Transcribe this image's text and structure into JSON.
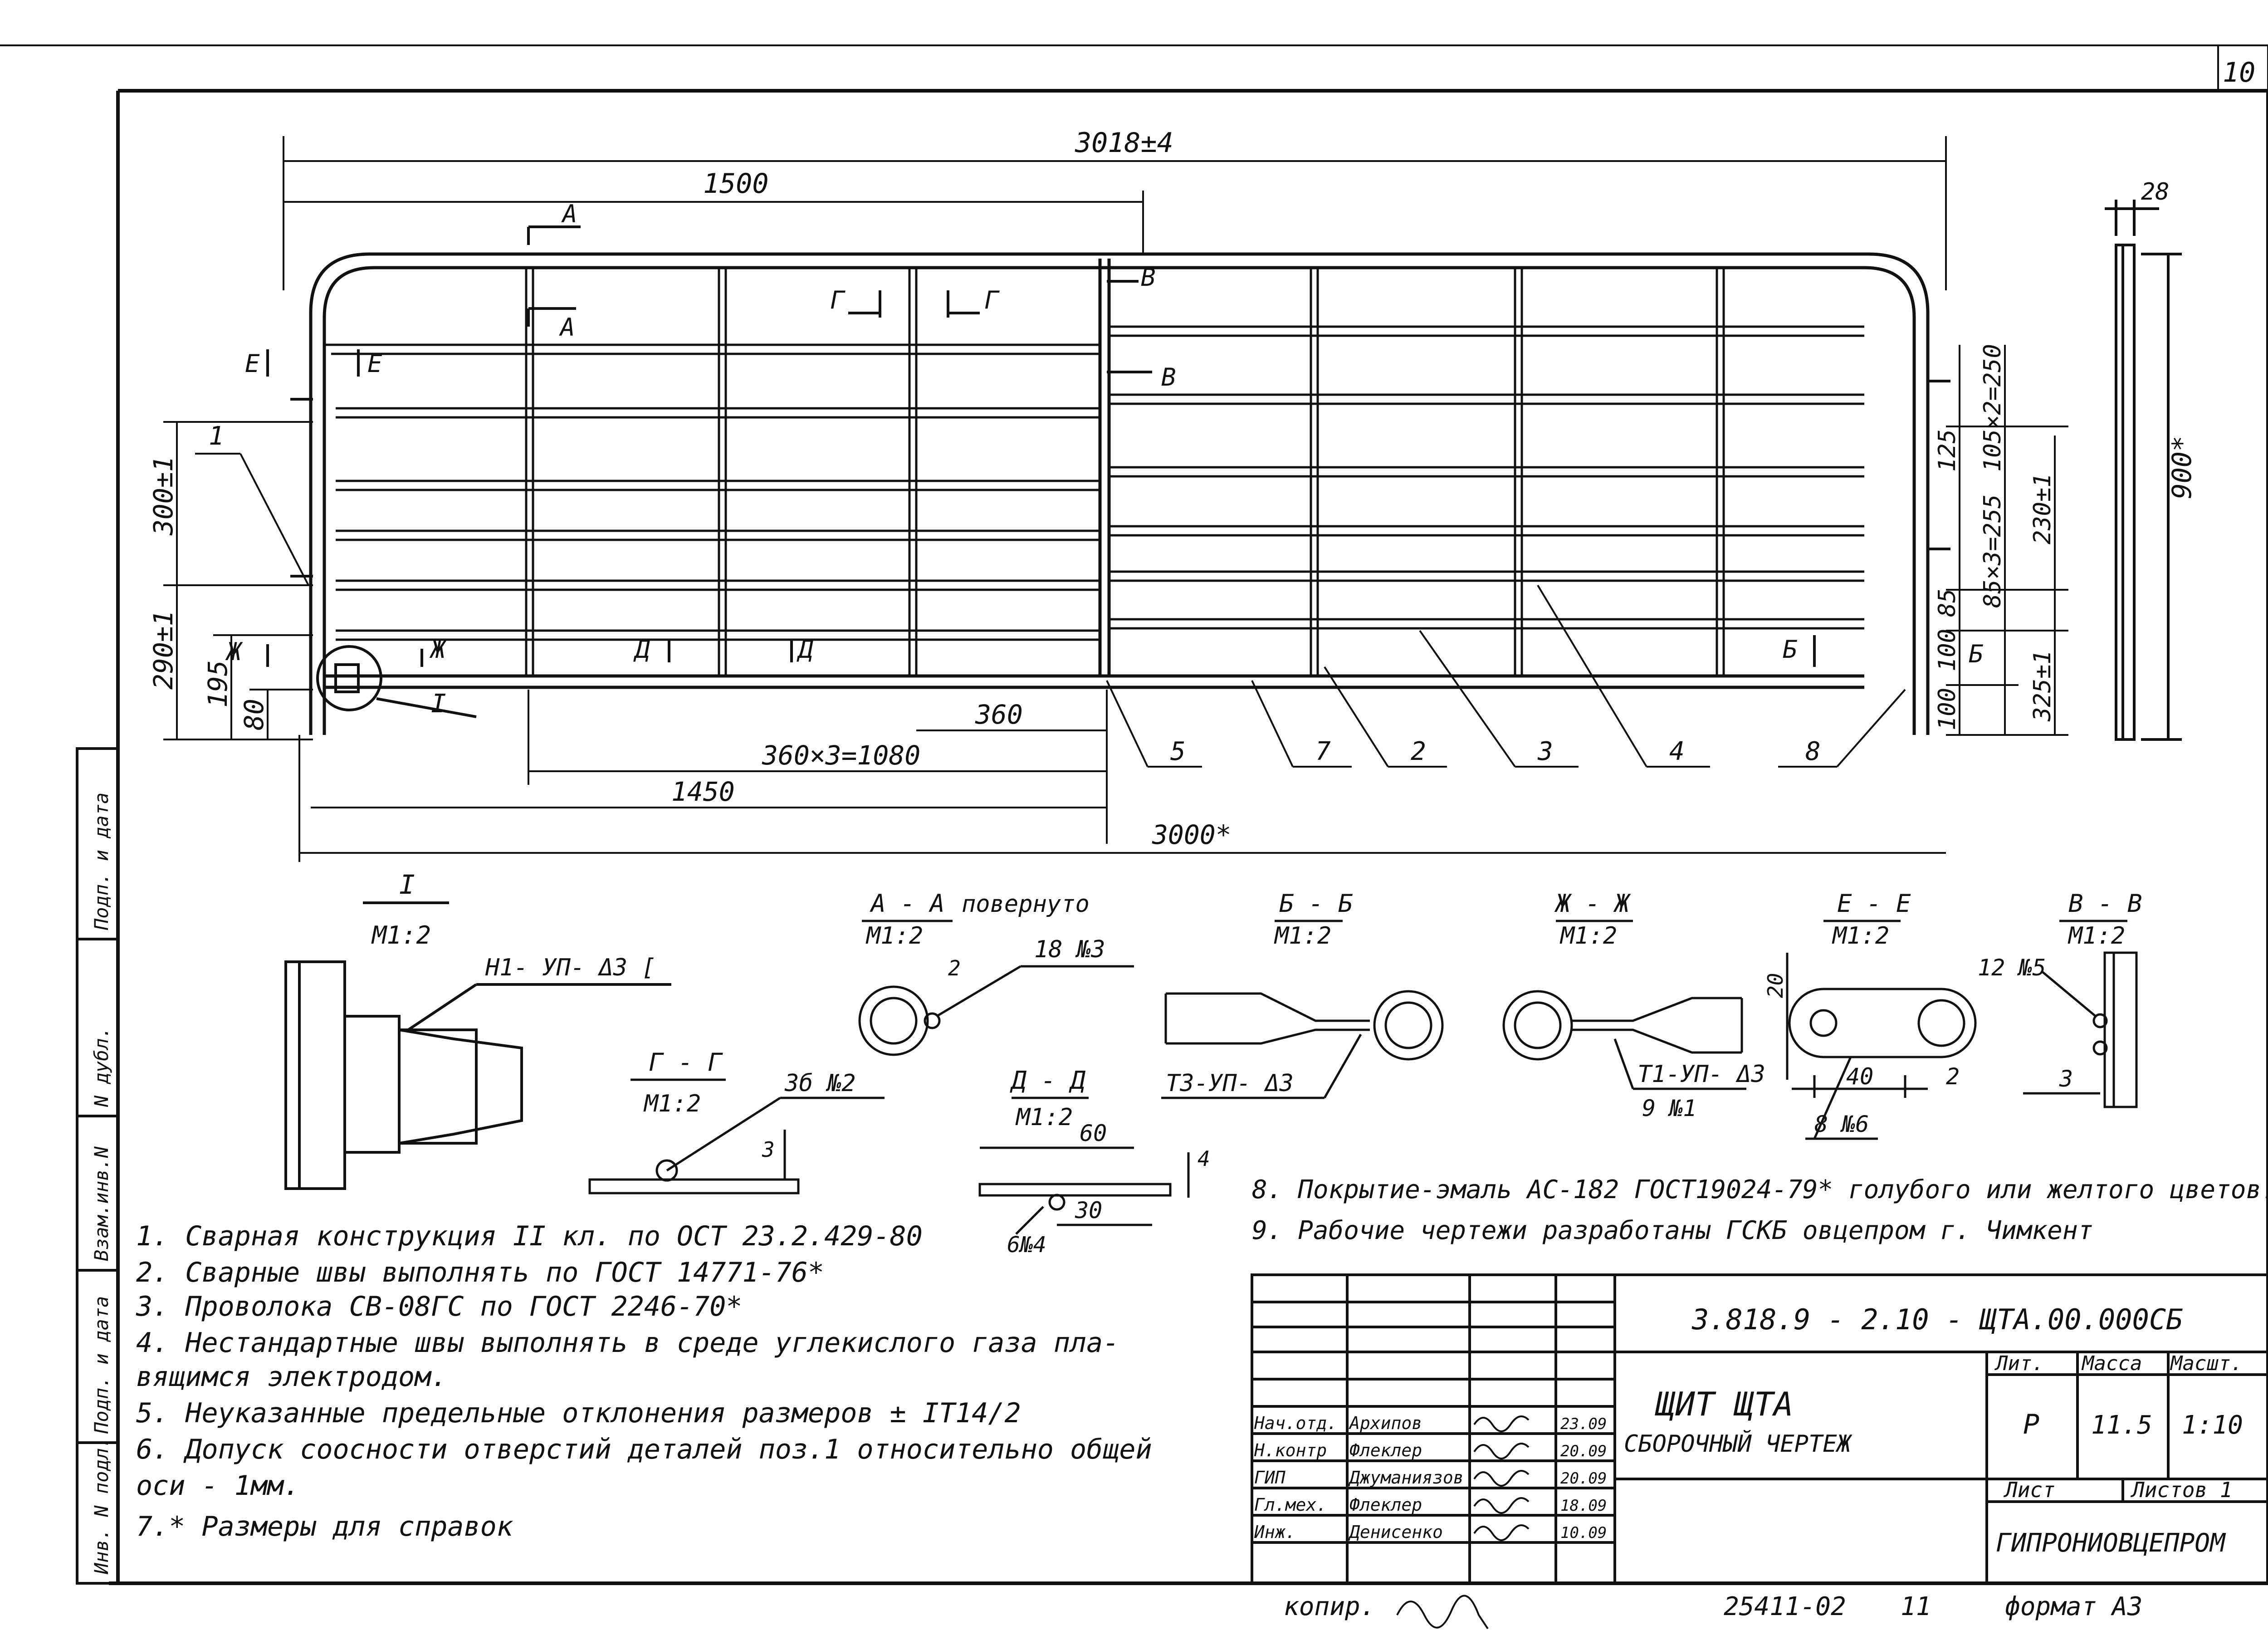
{
  "sheet": {
    "number": "10"
  },
  "dimensions": {
    "overall_length": "3018±4",
    "half_length": "1500",
    "base_length": "3000*",
    "left_part": "1450",
    "spacing_total": "360×3=1080",
    "spacing": "360",
    "height": "900*",
    "width_side": "28",
    "left_300": "300±1",
    "left_290": "290±1",
    "left_195": "195",
    "left_80": "80",
    "right_125": "125",
    "right_105": "105×2=250",
    "right_230": "230±1",
    "right_85x3": "85×3=255",
    "right_85": "85",
    "right_325": "325±1",
    "right_100a": "100",
    "right_100b": "100"
  },
  "section_marks": [
    "А",
    "А",
    "Г",
    "Г",
    "В",
    "В",
    "Е",
    "Е",
    "Ж",
    "Ж",
    "Д",
    "Д",
    "Б",
    "Б"
  ],
  "callouts": [
    "1",
    "5",
    "7",
    "2",
    "3",
    "4",
    "8",
    "I"
  ],
  "details": [
    {
      "title": "I",
      "scale": "М1:2",
      "weld": "Н1- УП- Δ3 ["
    },
    {
      "title": "Г - Г",
      "scale": "М1:2",
      "weld": "3б №2",
      "dim": "3"
    },
    {
      "title": "А - А",
      "scale": "М1:2",
      "note": "повернуто",
      "weld": "18 №3",
      "dim": "2"
    },
    {
      "title": "Д - Д",
      "scale": "М1:2",
      "dim1": "60",
      "dim2": "4",
      "dim3": "30",
      "weld": "6№4"
    },
    {
      "title": "Б - Б",
      "scale": "М1:2",
      "weld": "Т3-УП- Δ3"
    },
    {
      "title": "Ж - Ж",
      "scale": "М1:2",
      "weld": "Т1-УП- Δ3",
      "weld2": "9 №1"
    },
    {
      "title": "Е - Е",
      "scale": "М1:2",
      "dim1": "20",
      "dim2": "40",
      "dim3": "2",
      "weld": "8 №6"
    },
    {
      "title": "В - В",
      "scale": "М1:2",
      "weld": "12 №5",
      "dim": "3"
    }
  ],
  "notes": [
    "1. Сварная конструкция II кл. по ОСТ 23.2.429-80",
    "2. Сварные швы выполнять по ГОСТ 14771-76*",
    "3. Проволока СВ-08ГС по ГОСТ 2246-70*",
    "4. Нестандартные швы выполнять в среде углекислого газа пла-",
    "   вящимся электродом.",
    "5. Неуказанные предельные отклонения размеров  ± IT14/2",
    "6. Допуск соосности отверстий деталей поз.1 относительно общей",
    "   оси - 1мм.",
    "7.* Размеры для справок"
  ],
  "notes_right": [
    "8. Покрытие-эмаль АС-182 ГОСТ19024-79* голубого или желтого цветов.",
    "9. Рабочие чертежи разработаны ГСКБ овцепром г. Чимкент"
  ],
  "title_block": {
    "code": "3.818.9 - 2.10 -   ЩТА.00.000СБ",
    "name1": "ЩИТ  ЩТА",
    "name2": "СБОРОЧНЫЙ  ЧЕРТЕЖ",
    "lit_label": "Лит.",
    "mass_label": "Масса",
    "scale_label": "Масшт.",
    "lit": "Р",
    "mass": "11.5",
    "scale": "1:10",
    "sheet_label": "Лист",
    "sheets_label": "Листов 1",
    "org": "ГИПРОНИОВЦЕПРОМ",
    "staff": [
      {
        "role": "Нач.отд.",
        "name": "Архипов",
        "date": "23.09"
      },
      {
        "role": "Н.контр",
        "name": "Флеклер",
        "date": "20.09"
      },
      {
        "role": "ГИП",
        "name": "Джуманиязов",
        "date": "20.09"
      },
      {
        "role": "Гл.мех.",
        "name": "Флеклер",
        "date": "18.09"
      },
      {
        "role": "Инж.",
        "name": "Денисенко",
        "date": "10.09"
      }
    ]
  },
  "side_stamp": [
    "Инв. N подл.",
    "Подп. и дата",
    "Взам.инв.N",
    "N дубл.",
    "Подп. и дата"
  ],
  "footer": {
    "copied": "копир.",
    "number": "25411-02",
    "page": "11",
    "format": "формат А3"
  }
}
